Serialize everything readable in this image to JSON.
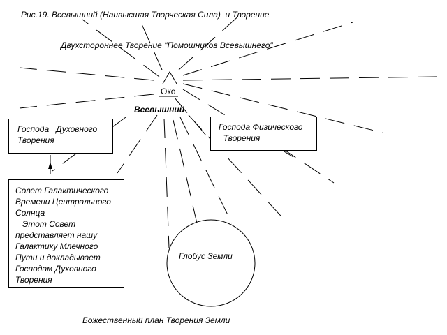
{
  "figure": {
    "caption": "Рис.19. Всевышний (Наивысшая Творческая Сила)  и Творение",
    "subtitle": "Двухстороннее Творение \"Помошников Всевышнего\"",
    "bottom_caption": "Божественный план Творения Земли"
  },
  "center": {
    "eye_label": "Око",
    "name_label": "Всевышний"
  },
  "boxes": {
    "spiritual": {
      "lines": [
        "Господа   Духовного",
        "Творения"
      ]
    },
    "physical": {
      "lines": [
        "Господа Физического",
        "  Творения"
      ]
    },
    "council": {
      "lines": [
        "Совет Галактического",
        "Времени Центрального",
        "Солнца",
        "   Этот Совет",
        "представляет нашу",
        "Галактику Млечного",
        "Пути и докладывает",
        "Господам Духовного",
        "Творения"
      ]
    }
  },
  "earth": {
    "label": "Глобус Земли"
  }
}
